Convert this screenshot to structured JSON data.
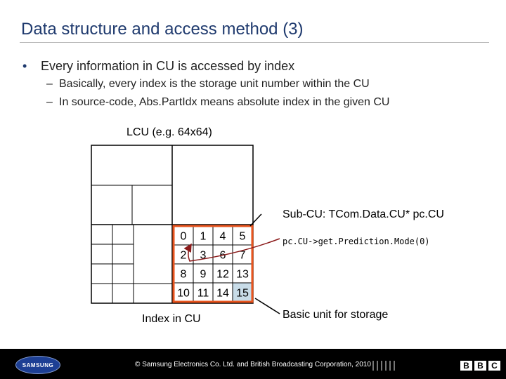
{
  "slide": {
    "title": "Data structure and access method (3)",
    "bullet": "Every information in CU is accessed by index",
    "sub_bullets": [
      "Basically, every index is the storage unit number within the CU",
      "In source-code, Abs.PartIdx means absolute index in the given CU"
    ],
    "bullet_marker": "•",
    "dash_marker": "–"
  },
  "diagram": {
    "lcu_label": "LCU (e.g. 64x64)",
    "subcu_label": "Sub-CU: TCom.Data.CU* pc.CU",
    "code_label": "pc.CU->get.Prediction.Mode(0)",
    "index_label": "Index in CU",
    "storage_label": "Basic unit for storage",
    "indices": [
      "0",
      "1",
      "4",
      "5",
      "2",
      "3",
      "6",
      "7",
      "8",
      "9",
      "12",
      "13",
      "10",
      "11",
      "14",
      "15"
    ],
    "highlight_index": "15",
    "colors": {
      "highlight_border": "#e8541e",
      "highlight_fill": "#c8dce8",
      "arrow": "#8b1a1a"
    }
  },
  "footer": {
    "copyright": "© Samsung Electronics Co. Ltd. and British Broadcasting Corporation, 2010",
    "samsung_logo": "SAMSUNG",
    "bbc_logo": [
      "B",
      "B",
      "C"
    ]
  }
}
